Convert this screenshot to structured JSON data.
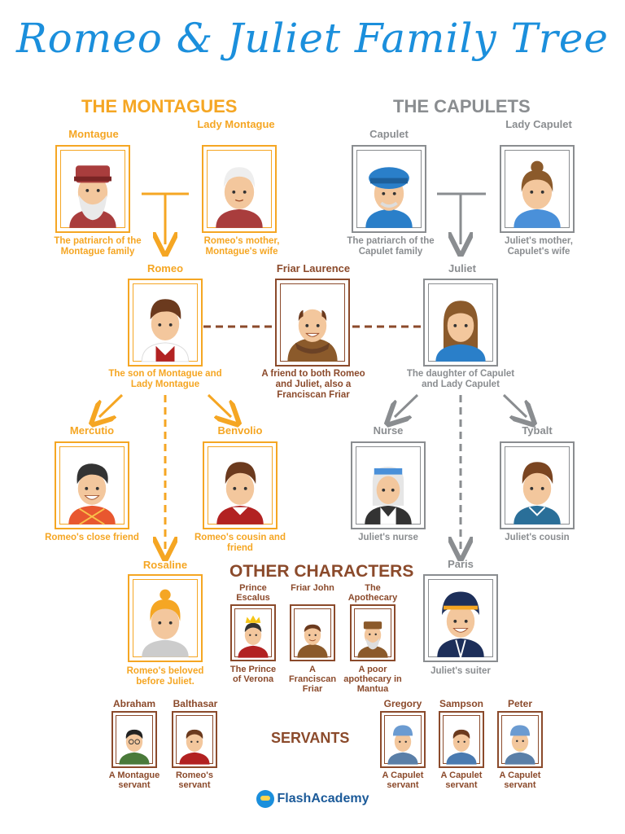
{
  "title": "Romeo & Juliet Family Tree",
  "sections": {
    "montagues": "THE MONTAGUES",
    "capulets": "THE CAPULETS",
    "other": "OTHER CHARACTERS",
    "servants": "SERVANTS"
  },
  "characters": {
    "montague": {
      "name": "Montague",
      "desc": "The patriarch of the Montague family"
    },
    "lady_montague": {
      "name": "Lady Montague",
      "desc": "Romeo's mother, Montague's wife"
    },
    "capulet": {
      "name": "Capulet",
      "desc": "The patriarch of the Capulet family"
    },
    "lady_capulet": {
      "name": "Lady Capulet",
      "desc": "Juliet's mother, Capulet's wife"
    },
    "romeo": {
      "name": "Romeo",
      "desc": "The son of Montague and Lady Montague"
    },
    "friar": {
      "name": "Friar Laurence",
      "desc": "A friend to both Romeo and Juliet, also a Franciscan Friar"
    },
    "juliet": {
      "name": "Juliet",
      "desc": "The daughter of Capulet and Lady Capulet"
    },
    "mercutio": {
      "name": "Mercutio",
      "desc": "Romeo's close friend"
    },
    "benvolio": {
      "name": "Benvolio",
      "desc": "Romeo's cousin and friend"
    },
    "nurse": {
      "name": "Nurse",
      "desc": "Juliet's nurse"
    },
    "tybalt": {
      "name": "Tybalt",
      "desc": "Juliet's cousin"
    },
    "rosaline": {
      "name": "Rosaline",
      "desc": "Romeo's beloved before Juliet."
    },
    "paris": {
      "name": "Paris",
      "desc": "Juliet's suiter"
    },
    "prince": {
      "name": "Prince Escalus",
      "desc": "The Prince of Verona"
    },
    "friar_john": {
      "name": "Friar John",
      "desc": "A Franciscan Friar"
    },
    "apothecary": {
      "name": "The Apothecary",
      "desc": "A poor apothecary in Mantua"
    },
    "abraham": {
      "name": "Abraham",
      "desc": "A Montague servant"
    },
    "balthasar": {
      "name": "Balthasar",
      "desc": "Romeo's servant"
    },
    "gregory": {
      "name": "Gregory",
      "desc": "A Capulet servant"
    },
    "sampson": {
      "name": "Sampson",
      "desc": "A Capulet servant"
    },
    "peter": {
      "name": "Peter",
      "desc": "A Capulet servant"
    }
  },
  "logo": "FlashAcademy",
  "colors": {
    "montague": "#f5a623",
    "capulet": "#8a8d90",
    "other": "#8b4a2b",
    "title": "#1b8fdc"
  }
}
